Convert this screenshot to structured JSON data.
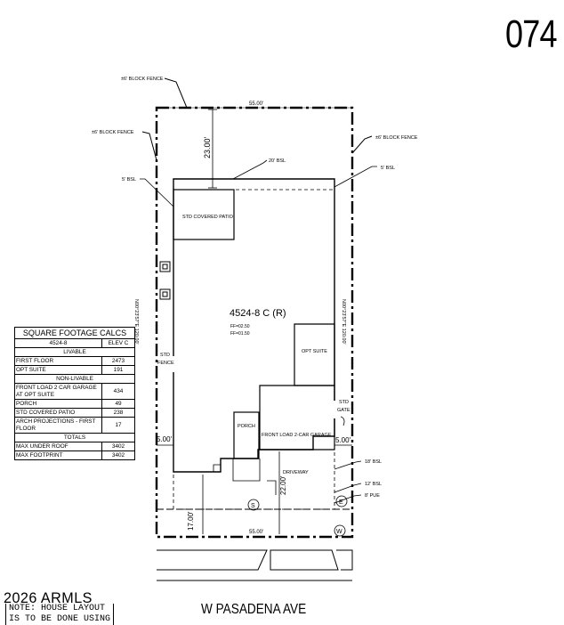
{
  "lot_number": "074",
  "street_name": "W PASADENA AVE",
  "copyright": "2026 ARMLS",
  "note_lines": [
    "NOTE: HOUSE LAYOUT",
    "IS TO BE DONE USING"
  ],
  "plan": {
    "plan_code": "4524-8 C (R)",
    "ff_lines": [
      "FF=02.50",
      "FF=01.50"
    ],
    "fence_left_top": "±6' BLOCK FENCE",
    "fence_left": "±6' BLOCK FENCE",
    "fence_right": "±6' BLOCK FENCE",
    "lot_width_top": "55.00'",
    "lot_width_bottom": "55.00'",
    "rear_setback": "23.00'",
    "rear_bsl": "20' BSL",
    "side_bsl_left": "5' BSL",
    "side_bsl_right": "5' BSL",
    "side_left_dim": "5.00'",
    "side_right_dim": "5.00'",
    "lot_depth_left": "N00°23'57\"E 120.00'",
    "lot_depth_right": "N00°23'57\"E 120.00'",
    "front_bsl": "18' BSL",
    "bsl_12": "12' BSL",
    "pue": "8' PUE",
    "driveway_dim": "22.00'",
    "front_dim": "17.00'",
    "rooms": {
      "patio": "STD COVERED PATIO",
      "opt_suite": "OPT SUITE",
      "garage": "FRONT LOAD 2-CAR GARAGE",
      "porch": "PORCH",
      "driveway": "DRIVEWAY",
      "std_fence": [
        "STD",
        "FENCE"
      ],
      "std_gate": [
        "STD",
        "GATE"
      ]
    },
    "utility_marks": [
      "S",
      "E",
      "W"
    ]
  },
  "sqft_table": {
    "title": "SQUARE FOOTAGE CALCS",
    "col_plan": "4524-8",
    "col_elev": "ELEV C",
    "livable_header": "LIVABLE",
    "livable": [
      {
        "label": "FIRST FLOOR",
        "value": "2473"
      },
      {
        "label": "OPT SUITE",
        "value": "191"
      }
    ],
    "non_livable_header": "NON-LIVABLE",
    "non_livable": [
      {
        "label": "FRONT LOAD 2 CAR GARAGE AT OPT SUITE",
        "value": "434"
      },
      {
        "label": "PORCH",
        "value": "49"
      },
      {
        "label": "STD COVERED PATIO",
        "value": "238"
      },
      {
        "label": "ARCH PROJECTIONS - FIRST FLOOR",
        "value": "17"
      }
    ],
    "totals_header": "TOTALS",
    "totals": [
      {
        "label": "MAX UNDER ROOF",
        "value": "3402"
      },
      {
        "label": "MAX FOOTPRINT",
        "value": "3402"
      }
    ]
  }
}
